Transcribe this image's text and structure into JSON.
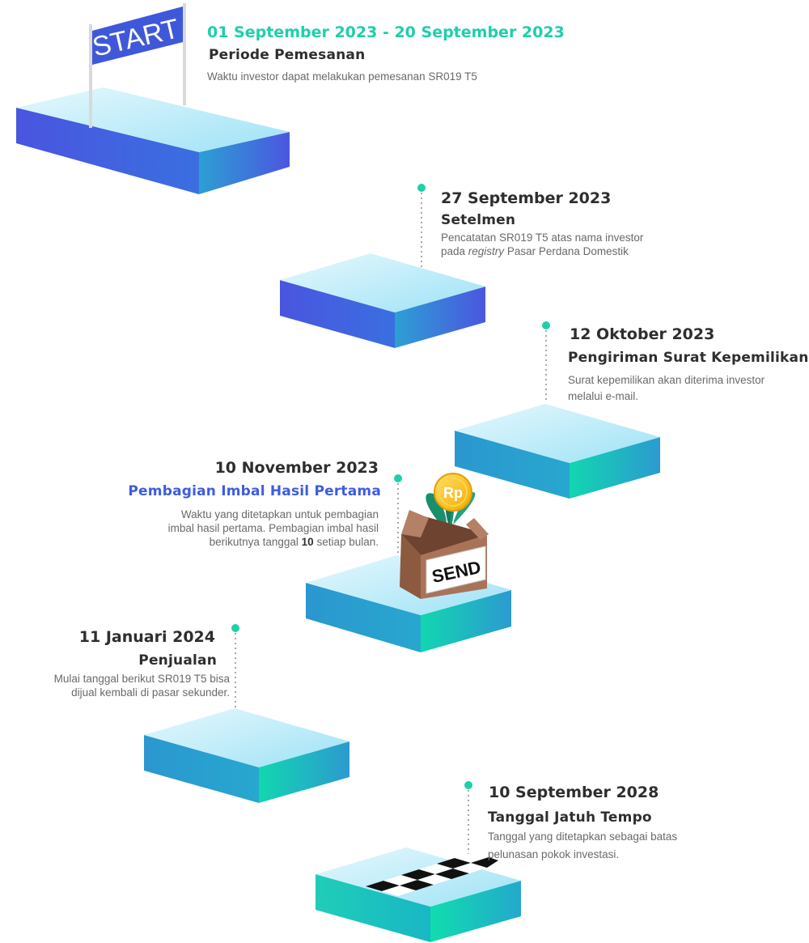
{
  "steps": [
    {
      "date": "01 September 2023 - 20 September 2023",
      "title": "Periode Pemesanan",
      "desc": "Waktu investor dapat melakukan pemesanan SR019 T5"
    },
    {
      "date": "27 September 2023",
      "title": "Setelmen",
      "desc_line1": "Pencatatan SR019 T5 atas nama investor",
      "desc_line2_pre": "pada ",
      "desc_line2_em": "registry",
      "desc_line2_post": " Pasar Perdana Domestik"
    },
    {
      "date": "12 Oktober 2023",
      "title": "Pengiriman Surat Kepemilikan",
      "desc_line1": "Surat kepemilikan akan diterima investor",
      "desc_line2": "melalui e-mail."
    },
    {
      "date": "10 November 2023",
      "title": "Pembagian Imbal Hasil Pertama",
      "desc_line1": "Waktu yang ditetapkan untuk pembagian",
      "desc_line2": "imbal hasil pertama. Pembagian imbal hasil",
      "desc_line3_pre": "berikutnya tanggal ",
      "desc_line3_bold": "10",
      "desc_line3_post": " setiap bulan."
    },
    {
      "date": "11 Januari 2024",
      "title": "Penjualan",
      "desc_line1": "Mulai tanggal berikut SR019 T5 bisa",
      "desc_line2": "dijual kembali di pasar sekunder."
    },
    {
      "date": "10 September 2028",
      "title": "Tanggal Jatuh Tempo",
      "desc_line1": "Tanggal yang ditetapkan sebagai batas",
      "desc_line2": "pelunasan pokok investasi."
    }
  ],
  "flag_text": "START",
  "box_label": "SEND",
  "coin_text": "Rp",
  "colors": {
    "accent_green": "#1ecfaa",
    "title_blue": "#3d5ce0",
    "text_dark": "#2e2e2e",
    "text_muted": "#6a6a6a",
    "platform_blue": "#4a5fe0",
    "platform_teal": "#14d4b0",
    "platform_top": "#b8ecfa"
  }
}
